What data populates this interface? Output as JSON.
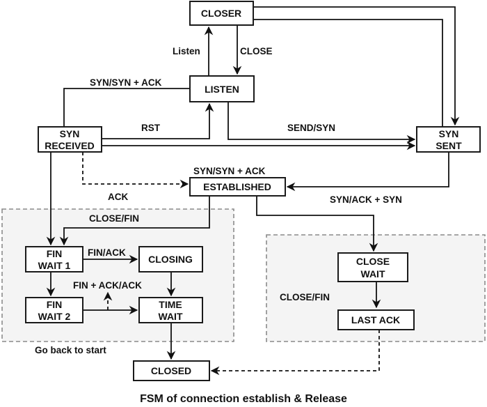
{
  "title": "FSM of connection establish & Release",
  "regions": {
    "active_close": {
      "note": "Go back to start"
    },
    "passive_close": {}
  },
  "states": {
    "closer": {
      "lines": [
        "CLOSER"
      ]
    },
    "listen": {
      "lines": [
        "LISTEN"
      ]
    },
    "syn_received": {
      "lines": [
        "SYN",
        "RECEIVED"
      ]
    },
    "syn_sent": {
      "lines": [
        "SYN",
        "SENT"
      ]
    },
    "established": {
      "lines": [
        "ESTABLISHED"
      ]
    },
    "fin_wait_1": {
      "lines": [
        "FIN",
        "WAIT 1"
      ]
    },
    "closing": {
      "lines": [
        "CLOSING"
      ]
    },
    "fin_wait_2": {
      "lines": [
        "FIN",
        "WAIT 2"
      ]
    },
    "time_wait": {
      "lines": [
        "TIME",
        "WAIT"
      ]
    },
    "close_wait": {
      "lines": [
        "CLOSE",
        "WAIT"
      ]
    },
    "last_ack": {
      "lines": [
        "LAST ACK"
      ]
    },
    "closed": {
      "lines": [
        "CLOSED"
      ]
    }
  },
  "transitions": [
    {
      "id": "listen_to_closer",
      "from": "listen",
      "to": "closer",
      "label": "Listen",
      "style": "solid"
    },
    {
      "id": "closer_to_listen",
      "from": "closer",
      "to": "listen",
      "label": "CLOSE",
      "style": "solid"
    },
    {
      "id": "closer_to_syn_sent_a",
      "from": "closer",
      "to": "syn_sent",
      "label": "",
      "style": "solid"
    },
    {
      "id": "closer_to_syn_sent_b",
      "from": "syn_sent",
      "to": "closer",
      "label": "",
      "style": "solid"
    },
    {
      "id": "listen_to_syn_received",
      "from": "listen",
      "to": "syn_received",
      "label": "SYN/SYN + ACK",
      "style": "solid"
    },
    {
      "id": "syn_received_to_listen",
      "from": "syn_received",
      "to": "listen",
      "label": "RST",
      "style": "solid"
    },
    {
      "id": "listen_to_syn_sent",
      "from": "listen",
      "to": "syn_sent",
      "label": "SEND/SYN",
      "style": "solid"
    },
    {
      "id": "syn_received_to_syn_sent",
      "from": "syn_received",
      "to": "syn_sent",
      "label": "",
      "style": "solid"
    },
    {
      "id": "syn_received_to_established",
      "from": "syn_received",
      "to": "established",
      "label": "ACK",
      "style": "dashed"
    },
    {
      "id": "established_label_top",
      "from": "",
      "to": "",
      "label": "SYN/SYN + ACK",
      "style": "label"
    },
    {
      "id": "syn_sent_to_established",
      "from": "syn_sent",
      "to": "established",
      "label": "SYN/ACK + SYN",
      "style": "solid"
    },
    {
      "id": "established_to_fin_wait_1",
      "from": "established",
      "to": "fin_wait_1",
      "label": "CLOSE/FIN",
      "style": "solid"
    },
    {
      "id": "syn_received_to_fin_wait_1",
      "from": "syn_received",
      "to": "fin_wait_1",
      "label": "",
      "style": "solid"
    },
    {
      "id": "fin_wait_1_to_closing",
      "from": "fin_wait_1",
      "to": "closing",
      "label": "FIN/ACK",
      "style": "solid"
    },
    {
      "id": "fin_wait_1_to_fin_wait_2",
      "from": "fin_wait_1",
      "to": "fin_wait_2",
      "label": "",
      "style": "solid"
    },
    {
      "id": "closing_to_time_wait",
      "from": "closing",
      "to": "time_wait",
      "label": "",
      "style": "solid"
    },
    {
      "id": "fin_wait_2_to_time_wait",
      "from": "fin_wait_2",
      "to": "time_wait",
      "label": "FIN + ACK/ACK",
      "style": "solid"
    },
    {
      "id": "time_wait_to_closed",
      "from": "time_wait",
      "to": "closed",
      "label": "",
      "style": "solid"
    },
    {
      "id": "established_to_close_wait",
      "from": "established",
      "to": "close_wait",
      "label": "",
      "style": "solid"
    },
    {
      "id": "close_wait_to_last_ack",
      "from": "close_wait",
      "to": "last_ack",
      "label": "CLOSE/FIN",
      "style": "solid"
    },
    {
      "id": "last_ack_to_closed",
      "from": "last_ack",
      "to": "closed",
      "label": "",
      "style": "dashed"
    }
  ]
}
